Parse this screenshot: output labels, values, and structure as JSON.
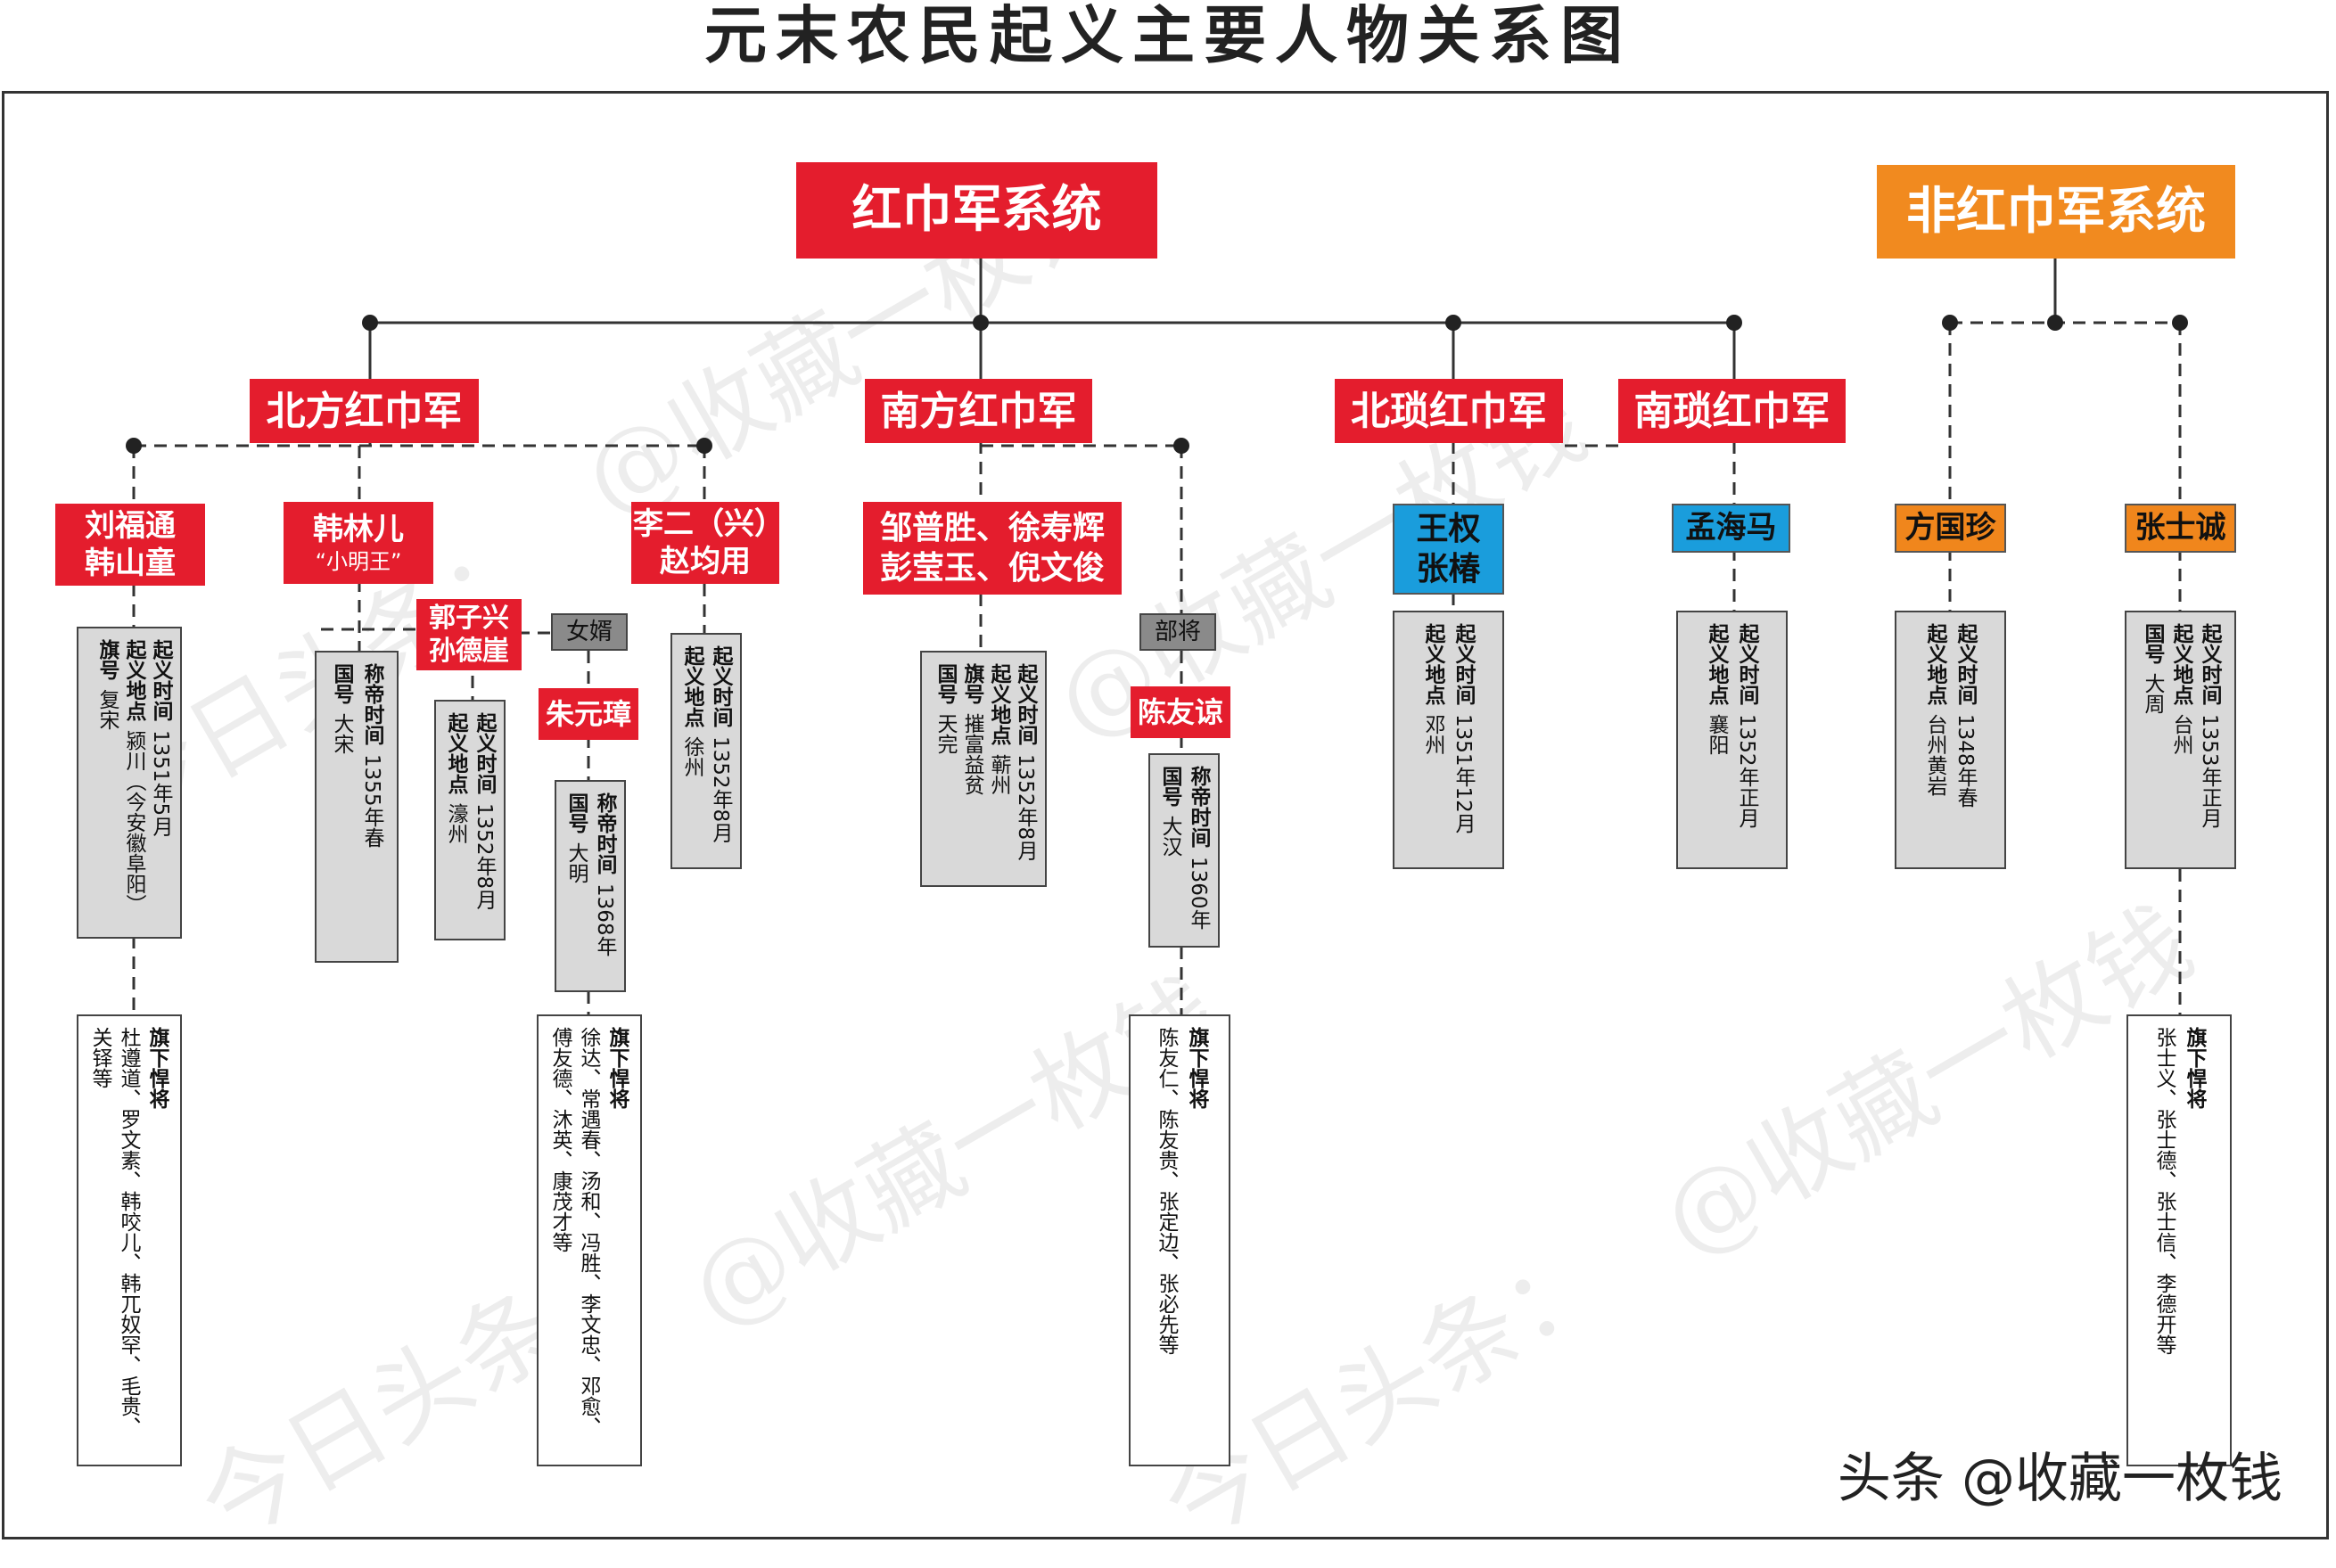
{
  "title": "元末农民起义主要人物关系图",
  "colors": {
    "red": "#e41d2d",
    "orange": "#f18a1f",
    "blue": "#1a9ddc",
    "gray": "#d9d9d9"
  },
  "systems": {
    "red": "红巾军系统",
    "nonred": "非红巾军系统"
  },
  "branches": {
    "north": "北方红巾军",
    "south": "南方红巾军",
    "bei_suo": "北琐红巾军",
    "nan_suo": "南琐红巾军"
  },
  "leaders": {
    "liu": [
      "刘福通",
      "韩山童"
    ],
    "han": [
      "韩林儿",
      "“小明王”"
    ],
    "guo": [
      "郭子兴",
      "孙德崖"
    ],
    "li": [
      "李二（兴）",
      "赵均用"
    ],
    "zou": [
      "邹普胜、徐寿辉",
      "彭莹玉、倪文俊"
    ],
    "zhu": "朱元璋",
    "chen": "陈友谅",
    "wang": [
      "王权",
      "张椿"
    ],
    "meng": "孟海马",
    "fang": "方国珍",
    "zhang": "张士诚"
  },
  "tags": {
    "son_in_law": "女婿",
    "subordinate": "部将"
  },
  "cards": {
    "liu": [
      {
        "label": "起义时间",
        "value": "1351年5月"
      },
      {
        "label": "起义地点",
        "value": "颍川（今安徽阜阳）"
      },
      {
        "label": "旗号",
        "value": "复宋"
      }
    ],
    "han": [
      {
        "label": "称帝时间",
        "value": "1355年春"
      },
      {
        "label": "国号",
        "value": "大宋"
      }
    ],
    "guo": [
      {
        "label": "起义时间",
        "value": "1352年8月"
      },
      {
        "label": "起义地点",
        "value": "濠州"
      }
    ],
    "li": [
      {
        "label": "起义时间",
        "value": "1352年8月"
      },
      {
        "label": "起义地点",
        "value": "徐州"
      }
    ],
    "zhu": [
      {
        "label": "称帝时间",
        "value": "1368年"
      },
      {
        "label": "国号",
        "value": "大明"
      }
    ],
    "zou": [
      {
        "label": "起义时间",
        "value": "1352年8月"
      },
      {
        "label": "起义地点",
        "value": "蕲州"
      },
      {
        "label": "旗号",
        "value": "摧富益贫"
      },
      {
        "label": "国号",
        "value": "天完"
      }
    ],
    "chen": [
      {
        "label": "称帝时间",
        "value": "1360年"
      },
      {
        "label": "国号",
        "value": "大汉"
      }
    ],
    "wang": [
      {
        "label": "起义时间",
        "value": "1351年12月"
      },
      {
        "label": "起义地点",
        "value": "邓州"
      }
    ],
    "meng": [
      {
        "label": "起义时间",
        "value": "1352年正月"
      },
      {
        "label": "起义地点",
        "value": "襄阳"
      }
    ],
    "fang": [
      {
        "label": "起义时间",
        "value": "1348年春"
      },
      {
        "label": "起义地点",
        "value": "台州黄岩"
      }
    ],
    "zhang": [
      {
        "label": "起义时间",
        "value": "1353年正月"
      },
      {
        "label": "起义地点",
        "value": "台州"
      },
      {
        "label": "国号",
        "value": "大周"
      }
    ]
  },
  "generals": {
    "liu": {
      "label": "旗下悍将",
      "lines": [
        "杜遵道、罗文素、韩咬儿、韩兀奴罕、毛贵、",
        "关铎等"
      ]
    },
    "zhu": {
      "label": "旗下悍将",
      "lines": [
        "徐达、常遇春、汤和、冯胜、李文忠、邓愈、",
        "傅友德、沐英、康茂才等"
      ]
    },
    "chen": {
      "label": "旗下悍将",
      "lines": [
        "陈友仁、陈友贵、张定边、张必先等"
      ]
    },
    "zhang": {
      "label": "旗下悍将",
      "lines": [
        "张士义、张士德、张士信、李德开等"
      ]
    }
  },
  "watermark": "@收藏一枚钱",
  "watermark2": "今日头条：",
  "signature": "头条 @收藏一枚钱"
}
